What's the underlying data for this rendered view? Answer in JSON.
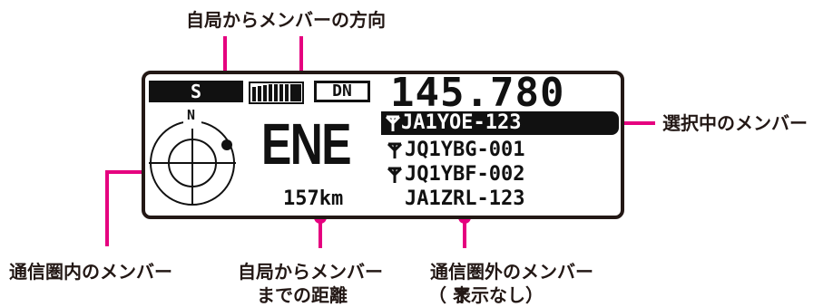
{
  "callouts": {
    "direction": "自局からメンバーの方向",
    "selected": "選択中のメンバー",
    "in_range": "通信圏内のメンバー",
    "distance_line1": "自局からメンバー",
    "distance_line2": "までの距離",
    "out_range_line1": "通信圏外のメンバー",
    "out_range_line2": "（ 表示なし）"
  },
  "lcd": {
    "s_label": "S",
    "dn_label": "DN",
    "frequency": "145.780",
    "compass_north": "N",
    "heading": "ENE",
    "distance": "157km",
    "members": [
      {
        "call": "JA1YOE-123",
        "antenna": true,
        "selected": true
      },
      {
        "call": "JQ1YBG-001",
        "antenna": true,
        "selected": false
      },
      {
        "call": "JQ1YBF-002",
        "antenna": true,
        "selected": false
      },
      {
        "call": "JA1ZRL-123",
        "antenna": false,
        "selected": false
      }
    ]
  },
  "colors": {
    "callout_line": "#e5007f",
    "ink": "#231815"
  }
}
